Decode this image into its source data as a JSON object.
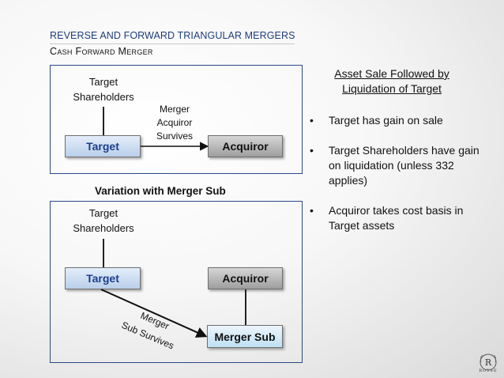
{
  "slide": {
    "title": "REVERSE AND FORWARD TRIANGULAR MERGERS",
    "subtitle": "Cash Forward Merger"
  },
  "diagram1": {
    "shareholders_label": "Target\nShareholders",
    "target_label": "Target",
    "acquiror_label": "Acquiror",
    "arrow_label": "Merger\nAcquiror\nSurvives"
  },
  "variation_heading": "Variation with Merger Sub",
  "diagram2": {
    "shareholders_label": "Target\nShareholders",
    "target_label": "Target",
    "acquiror_label": "Acquiror",
    "merger_sub_label": "Merger Sub",
    "arrow_label_line1": "Merger",
    "arrow_label_line2": "Sub Survives"
  },
  "right_panel": {
    "heading": "Asset Sale Followed by Liquidation of Target",
    "bullets": [
      "Target has gain on sale",
      "Target Shareholders have gain on liquidation (unless 332 applies)",
      "Acquiror takes cost basis in Target assets"
    ]
  },
  "logo": {
    "icon": "royse-crest-icon",
    "letter": "R",
    "text": "ROYSE"
  },
  "colors": {
    "title_blue": "#1f3d7a",
    "frame_blue": "#2a4a85",
    "target_text": "#1c3f8c"
  }
}
